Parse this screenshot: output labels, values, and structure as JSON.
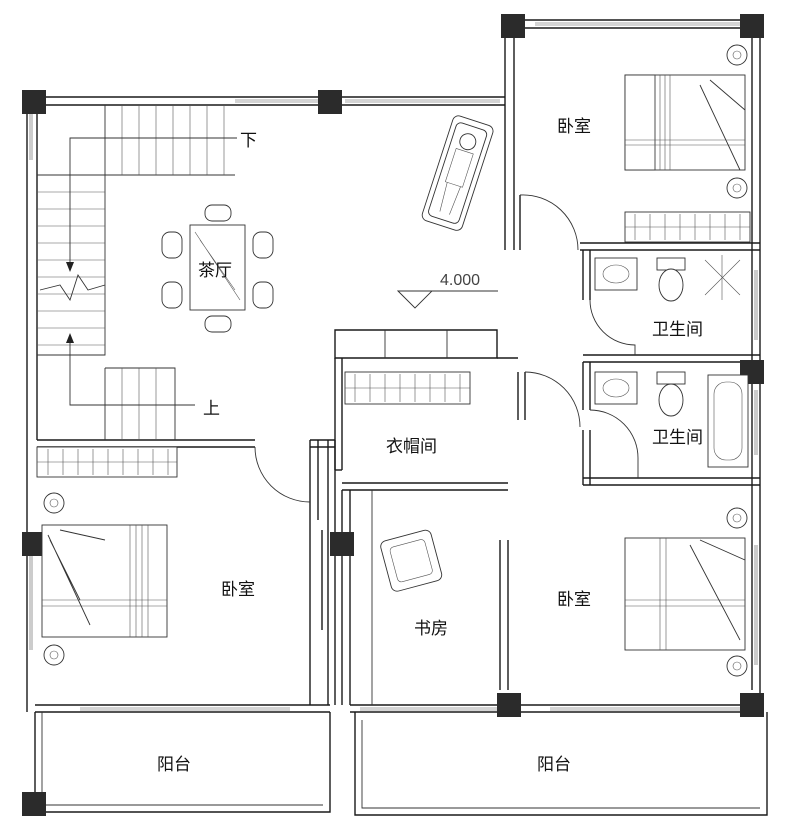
{
  "rooms": {
    "tea_room": "茶厅",
    "bedroom_ne": "卧室",
    "bedroom_w": "卧室",
    "bedroom_se": "卧室",
    "bath_1": "卫生间",
    "bath_2": "卫生间",
    "cloakroom": "衣帽间",
    "study": "书房",
    "balcony_w": "阳台",
    "balcony_e": "阳台"
  },
  "stairs": {
    "down": "下",
    "up": "上"
  },
  "elevation": "4.000",
  "colors": {
    "line": "#1a1a1a",
    "column": "#2b2b2b",
    "background": "#ffffff"
  }
}
